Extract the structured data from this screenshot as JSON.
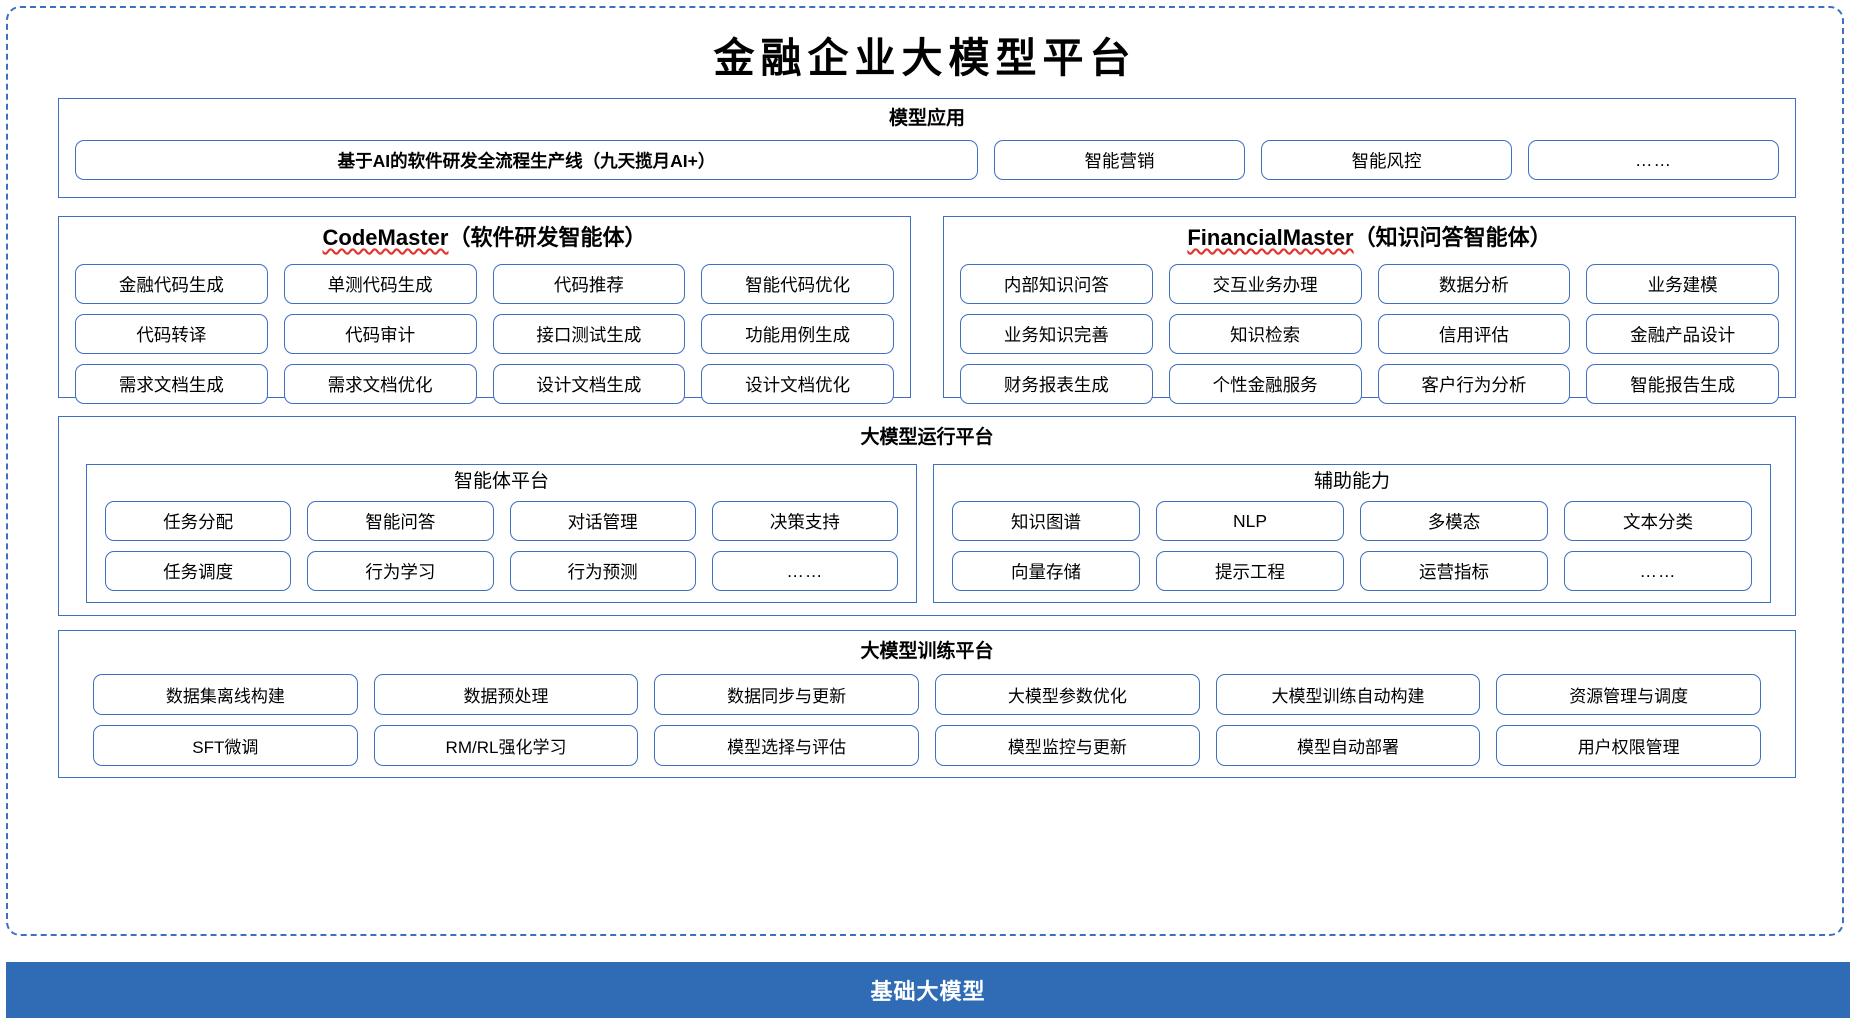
{
  "title": "金融企业大模型平台",
  "colors": {
    "accent_blue": "#3f6fc0",
    "bar_blue": "#2f6cb5",
    "spellcheck_red": "#e2342a",
    "background": "#ffffff",
    "text": "#000000"
  },
  "model_application": {
    "title": "模型应用",
    "primary_tile": "基于AI的软件研发全流程生产线（九天揽月AI+）",
    "tiles": [
      "智能营销",
      "智能风控",
      "……"
    ]
  },
  "code_master": {
    "title_name": "CodeMaster",
    "title_suffix": "（软件研发智能体）",
    "rows": [
      [
        "金融代码生成",
        "单测代码生成",
        "代码推荐",
        "智能代码优化"
      ],
      [
        "代码转译",
        "代码审计",
        "接口测试生成",
        "功能用例生成"
      ],
      [
        "需求文档生成",
        "需求文档优化",
        "设计文档生成",
        "设计文档优化"
      ]
    ]
  },
  "financial_master": {
    "title_name": "FinancialMaster",
    "title_suffix": "（知识问答智能体）",
    "rows": [
      [
        "内部知识问答",
        "交互业务办理",
        "数据分析",
        "业务建模"
      ],
      [
        "业务知识完善",
        "知识检索",
        "信用评估",
        "金融产品设计"
      ],
      [
        "财务报表生成",
        "个性金融服务",
        "客户行为分析",
        "智能报告生成"
      ]
    ]
  },
  "run_platform": {
    "title": "大模型运行平台",
    "agent_platform": {
      "title": "智能体平台",
      "rows": [
        [
          "任务分配",
          "智能问答",
          "对话管理",
          "决策支持"
        ],
        [
          "任务调度",
          "行为学习",
          "行为预测",
          "……"
        ]
      ]
    },
    "aux_capability": {
      "title": "辅助能力",
      "rows": [
        [
          "知识图谱",
          "NLP",
          "多模态",
          "文本分类"
        ],
        [
          "向量存储",
          "提示工程",
          "运营指标",
          "……"
        ]
      ]
    }
  },
  "train_platform": {
    "title": "大模型训练平台",
    "rows": [
      [
        "数据集离线构建",
        "数据预处理",
        "数据同步与更新",
        "大模型参数优化",
        "大模型训练自动构建",
        "资源管理与调度"
      ],
      [
        "SFT微调",
        "RM/RL强化学习",
        "模型选择与评估",
        "模型监控与更新",
        "模型自动部署",
        "用户权限管理"
      ]
    ]
  },
  "base_model": {
    "label": "基础大模型"
  }
}
